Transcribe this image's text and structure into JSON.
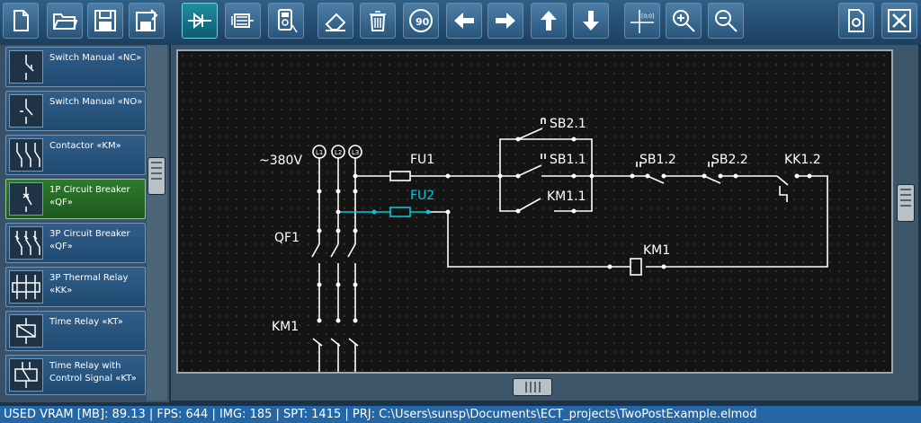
{
  "toolbar": {
    "buttons": [
      {
        "name": "new-file-icon"
      },
      {
        "name": "open-folder-icon"
      },
      {
        "name": "save-icon"
      },
      {
        "name": "save-as-icon"
      },
      {
        "name": "diode-mode-icon",
        "active": true
      },
      {
        "name": "motor-icon"
      },
      {
        "name": "multimeter-icon"
      },
      {
        "name": "eraser-icon"
      },
      {
        "name": "trash-icon"
      },
      {
        "name": "rotate-90-icon",
        "label": "90"
      },
      {
        "name": "arrow-left-icon"
      },
      {
        "name": "arrow-right-icon"
      },
      {
        "name": "arrow-up-icon"
      },
      {
        "name": "arrow-down-icon"
      },
      {
        "name": "origin-icon",
        "label": "[0;0]"
      },
      {
        "name": "zoom-in-icon"
      },
      {
        "name": "zoom-out-icon"
      },
      {
        "name": "settings-document-icon"
      },
      {
        "name": "close-icon"
      }
    ],
    "active_color": "#1f8e9e"
  },
  "palette": {
    "items": [
      {
        "label": "Switch Manual «NC»"
      },
      {
        "label": "Switch Manual «NO»"
      },
      {
        "label": "Contactor «KM»"
      },
      {
        "label": "1P Circuit Breaker «QF»",
        "selected": true
      },
      {
        "label": "3P Circuit Breaker «QF»"
      },
      {
        "label": "3P Thermal Relay «KK»"
      },
      {
        "label": "Time Relay «KT»"
      },
      {
        "label": "Time Relay with Control Signal «KT»"
      }
    ],
    "selected_color": "#2f7a2f"
  },
  "schematic": {
    "labels": {
      "voltage": "~380V",
      "l1": "L1",
      "l2": "L2",
      "l3": "L3",
      "qf1": "QF1",
      "km1_left": "KM1",
      "fu1": "FU1",
      "fu2": "FU2",
      "sb21": "SB2.1",
      "sb11": "SB1.1",
      "km11": "KM1.1",
      "sb12": "SB1.2",
      "sb22": "SB2.2",
      "kk12": "KK1.2",
      "km1_coil": "KM1"
    },
    "highlight_color": "#00c8d8"
  },
  "status": {
    "text": "USED VRAM [MB]: 89.13 | FPS: 644 | IMG: 185 | SPT: 1415 | PRJ: C:\\Users\\sunsp\\Documents\\ECT_projects\\TwoPostExample.elmod"
  }
}
